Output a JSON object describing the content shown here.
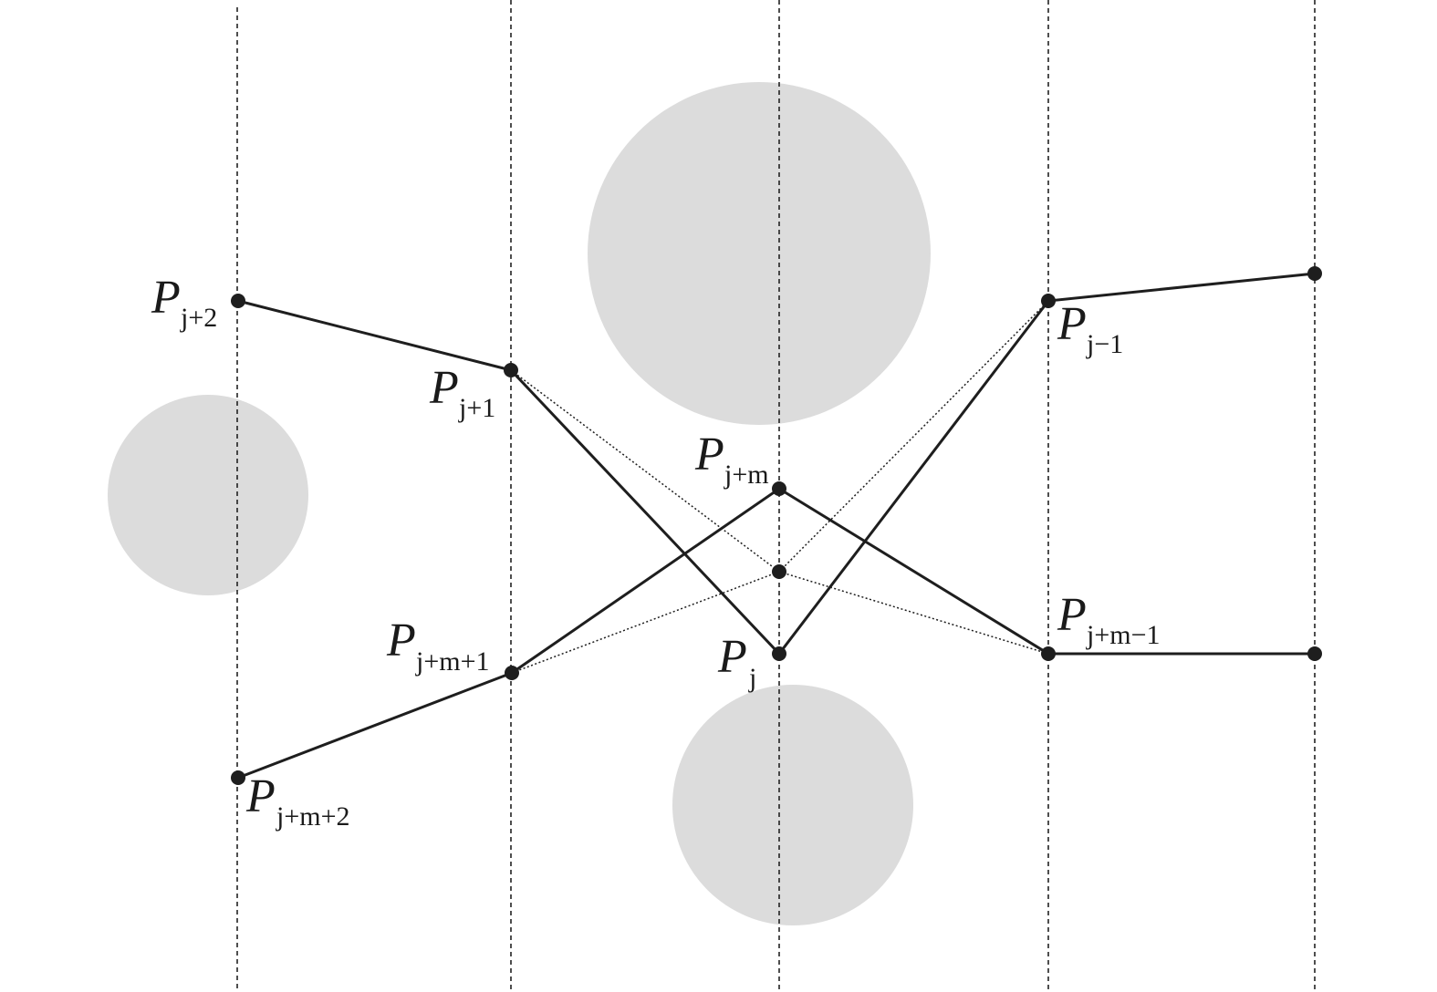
{
  "labels": {
    "p_j2": {
      "main": "P",
      "sub": "j+2"
    },
    "p_j1": {
      "main": "P",
      "sub": "j+1"
    },
    "p_jm": {
      "main": "P",
      "sub": "j+m"
    },
    "p_jm1": {
      "main": "P",
      "sub": "j+m+1"
    },
    "p_jm2": {
      "main": "P",
      "sub": "j+m+2"
    },
    "p_j": {
      "main": "P",
      "sub": "j"
    },
    "p_jminus1": {
      "main": "P",
      "sub": "j−1"
    },
    "p_jmminus1": {
      "main": "P",
      "sub": "j+m−1"
    }
  },
  "colors": {
    "obstacle": "#dcdcdc",
    "ink": "#1e1e1e"
  }
}
